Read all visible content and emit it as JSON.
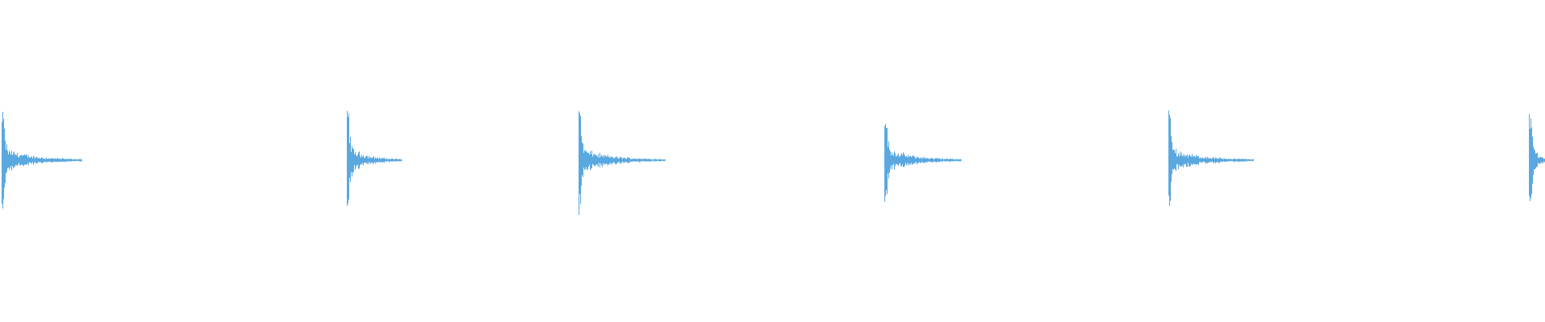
{
  "waveform": {
    "color": "#5aa8e0",
    "background": "#ffffff",
    "transients": [
      {
        "position": 0.001,
        "peak": 0.72,
        "decay": 0.052
      },
      {
        "position": 0.2245,
        "peak": 0.74,
        "decay": 0.036
      },
      {
        "position": 0.3745,
        "peak": 0.76,
        "decay": 0.056
      },
      {
        "position": 0.5725,
        "peak": 0.68,
        "decay": 0.05
      },
      {
        "position": 0.7565,
        "peak": 0.7,
        "decay": 0.055
      },
      {
        "position": 0.9895,
        "peak": 0.7,
        "decay": 0.011
      }
    ]
  }
}
